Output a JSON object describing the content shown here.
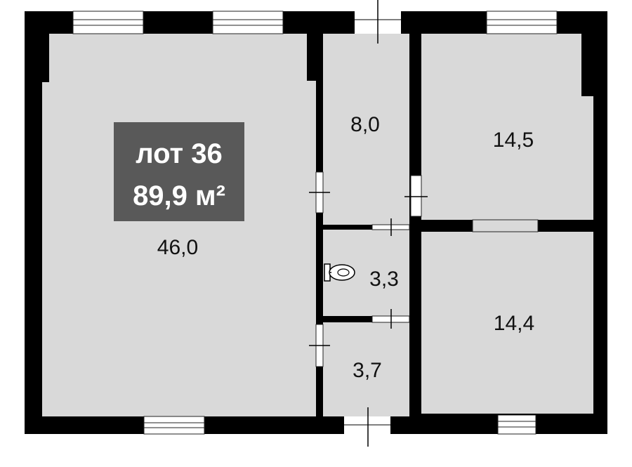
{
  "plan": {
    "lot_label": "лот 36",
    "total_area": "89,9 м²",
    "colors": {
      "wall": "#000000",
      "floor": "#d9d9d9",
      "badge": "#595959",
      "window": "#ffffff"
    },
    "rooms": [
      {
        "id": "living",
        "area": "46,0"
      },
      {
        "id": "small-top",
        "area": "8,0"
      },
      {
        "id": "bedroom-top",
        "area": "14,5"
      },
      {
        "id": "wc",
        "area": "3,3"
      },
      {
        "id": "small-bottom",
        "area": "3,7"
      },
      {
        "id": "bedroom-bottom",
        "area": "14,4"
      }
    ]
  }
}
